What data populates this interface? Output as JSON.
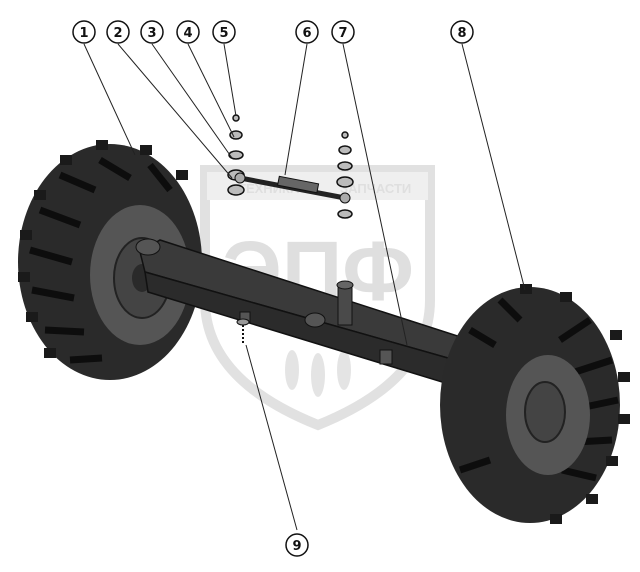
{
  "watermark": {
    "top_left_word": "ТЕХНИКА",
    "top_right_word": "ЗАПЧАСТИ",
    "logo_letters": "ЭПФ",
    "color": "#dcdcdc"
  },
  "callouts": [
    {
      "id": "1",
      "label": "1"
    },
    {
      "id": "2",
      "label": "2"
    },
    {
      "id": "3",
      "label": "3"
    },
    {
      "id": "4",
      "label": "4"
    },
    {
      "id": "5",
      "label": "5"
    },
    {
      "id": "6",
      "label": "6"
    },
    {
      "id": "7",
      "label": "7"
    },
    {
      "id": "8",
      "label": "8"
    },
    {
      "id": "9",
      "label": "9"
    }
  ],
  "colors": {
    "tire": "#2a2a2a",
    "tread": "#111111",
    "rim": "#4a4a4a",
    "axle": "#3a3a3a",
    "ink": "#111111"
  }
}
